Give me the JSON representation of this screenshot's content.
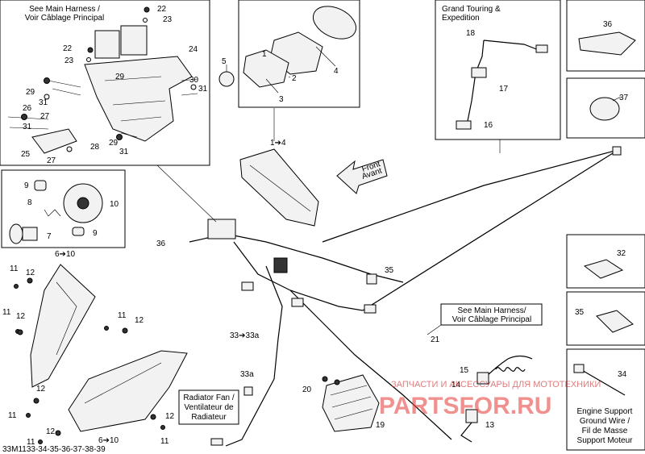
{
  "boxes": {
    "main_harness_top": [
      "See Main Harness /",
      "Voir Câblage Principal"
    ],
    "grand_touring": [
      "Grand Touring &",
      "Expedition"
    ],
    "main_harness_right": [
      "See Main Harness/",
      "Voir Câblage Principal"
    ],
    "radiator_fan": [
      "Radiator Fan /",
      "Ventilateur de",
      "Radiateur"
    ],
    "ground_wire": [
      "Engine Support",
      "Ground Wire /",
      "Fil de Masse",
      "Support Moteur"
    ]
  },
  "callouts": {
    "n1to4": "1➔4",
    "n6to10a": "6➔10",
    "n6to10b": "6➔10",
    "n33to33a": "33➔33a",
    "n33a": "33a",
    "n36": "36",
    "front": [
      "Front",
      "Avant"
    ]
  },
  "numbers": {
    "p1": "1",
    "p2": "2",
    "p3": "3",
    "p4": "4",
    "p5": "5",
    "p7": "7",
    "p8": "8",
    "p9a": "9",
    "p9b": "9",
    "p10": "10",
    "p11a": "11",
    "p11b": "11",
    "p11c": "11",
    "p11d": "11",
    "p11e": "11",
    "p11f": "11",
    "p12a": "12",
    "p12b": "12",
    "p12c": "12",
    "p12d": "12",
    "p12e": "12",
    "p13": "13",
    "p14": "14",
    "p15": "15",
    "p16": "16",
    "p17": "17",
    "p18": "18",
    "p19": "19",
    "p20": "20",
    "p21": "21",
    "p22a": "22",
    "p22b": "22",
    "p23a": "23",
    "p23b": "23",
    "p24": "24",
    "p25": "25",
    "p26": "26",
    "p27a": "27",
    "p27b": "27",
    "p28": "28",
    "p29a": "29",
    "p29b": "29",
    "p29c": "29",
    "p30": "30",
    "p31a": "31",
    "p31b": "31",
    "p31c": "31",
    "p31d": "31",
    "p32": "32",
    "p34": "34",
    "p35a": "35",
    "p35b": "35",
    "p36": "36",
    "p37": "37"
  },
  "watermark": {
    "top": "ЗАПЧАСТИ И АКСЕССУАРЫ ДЛЯ МОТОТЕХНИКИ",
    "logo": "PARTSFOR.RU"
  },
  "footer_code": "33M1133-34-35-36-37-38-39",
  "colors": {
    "line": "#000000",
    "watermark": "#e53935"
  }
}
